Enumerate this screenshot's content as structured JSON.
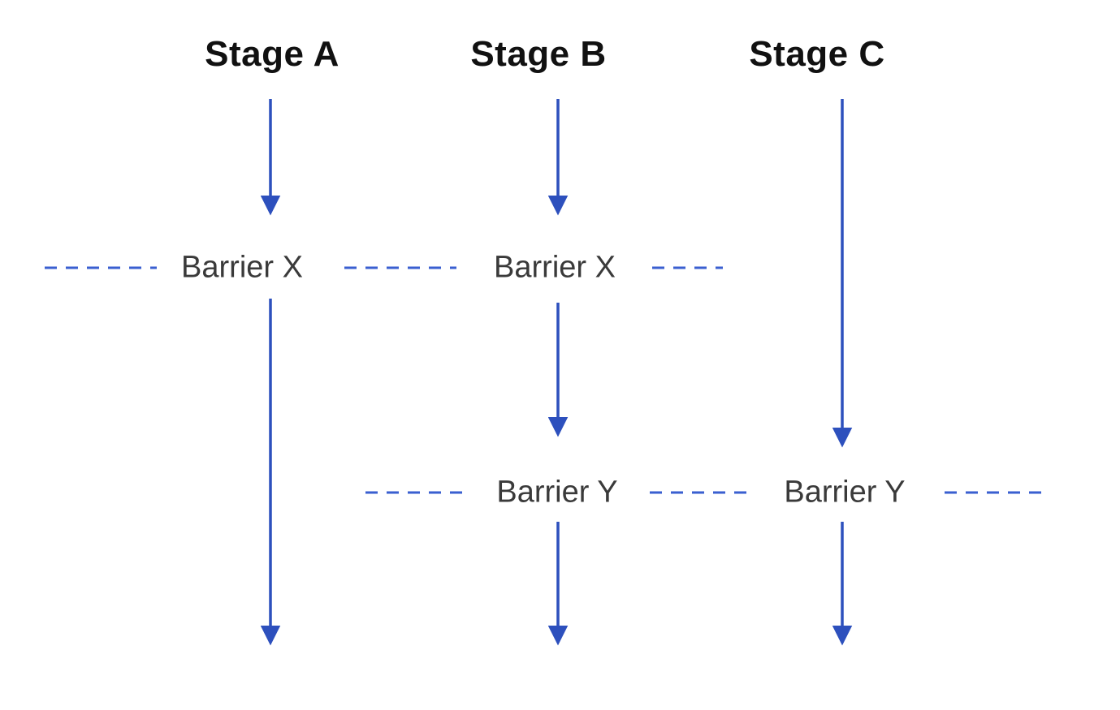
{
  "diagram": {
    "stages": [
      {
        "label": "Stage A"
      },
      {
        "label": "Stage B"
      },
      {
        "label": "Stage C"
      }
    ],
    "barriers": [
      {
        "label": "Barrier X",
        "spans": "Stage A and Stage B"
      },
      {
        "label": "Barrier Y",
        "spans": "Stage B and Stage C"
      }
    ],
    "colors": {
      "arrow": "#2d50bd",
      "dashed_line": "#3a5fd0",
      "stage_text": "#111111",
      "barrier_text": "#3a3a3a",
      "background": "#ffffff"
    }
  }
}
